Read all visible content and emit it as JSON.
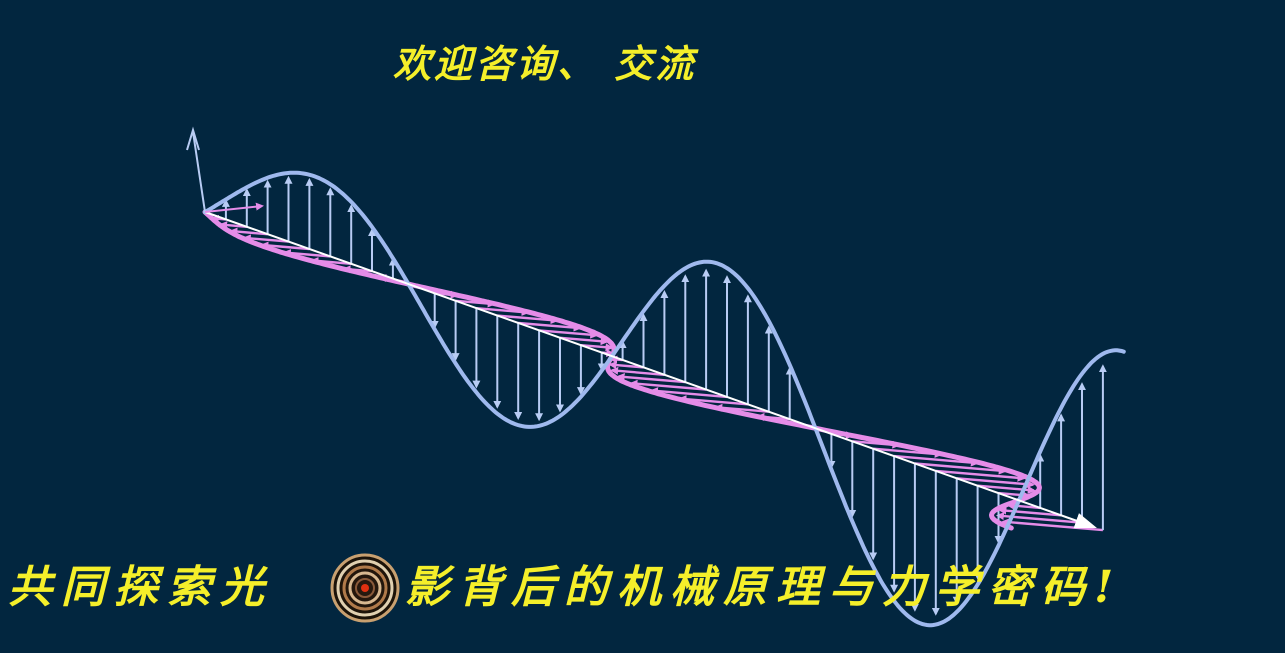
{
  "header": {
    "title": "欢迎咨询、 交流"
  },
  "footer": {
    "text_before_icon": "共同探索光",
    "icon": "concentric-ring-target-icon",
    "text_after_icon": "影背后的机械原理与力学密码!"
  },
  "diagram": {
    "subject": "electromagnetic-wave",
    "colors": {
      "background": "#02263f",
      "text": "#f5ef2a",
      "electric_wave": "#9fb9ee",
      "magnetic_wave": "#e58ce8",
      "axis": "#ffffff"
    }
  }
}
